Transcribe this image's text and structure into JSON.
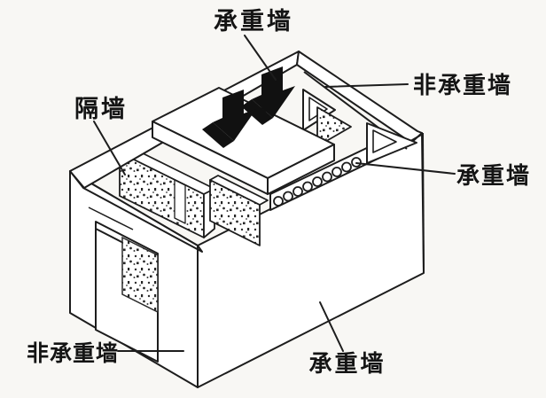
{
  "diagram": {
    "type": "isometric-building-wall-diagram",
    "background": "#f8f7f4",
    "ink": "#1d1d1d",
    "arrow_icon": "thick-down-arrow",
    "arrow_count": 2,
    "hollow_core_slab_holes": 9
  },
  "labels": {
    "top_load_bearing": "承重墙",
    "right_non_load_bearing": "非承重墙",
    "left_partition": "隔墙",
    "right_load_bearing": "承重墙",
    "bottom_left_non_load_bearing": "非承重墙",
    "bottom_right_load_bearing": "承重墙"
  }
}
